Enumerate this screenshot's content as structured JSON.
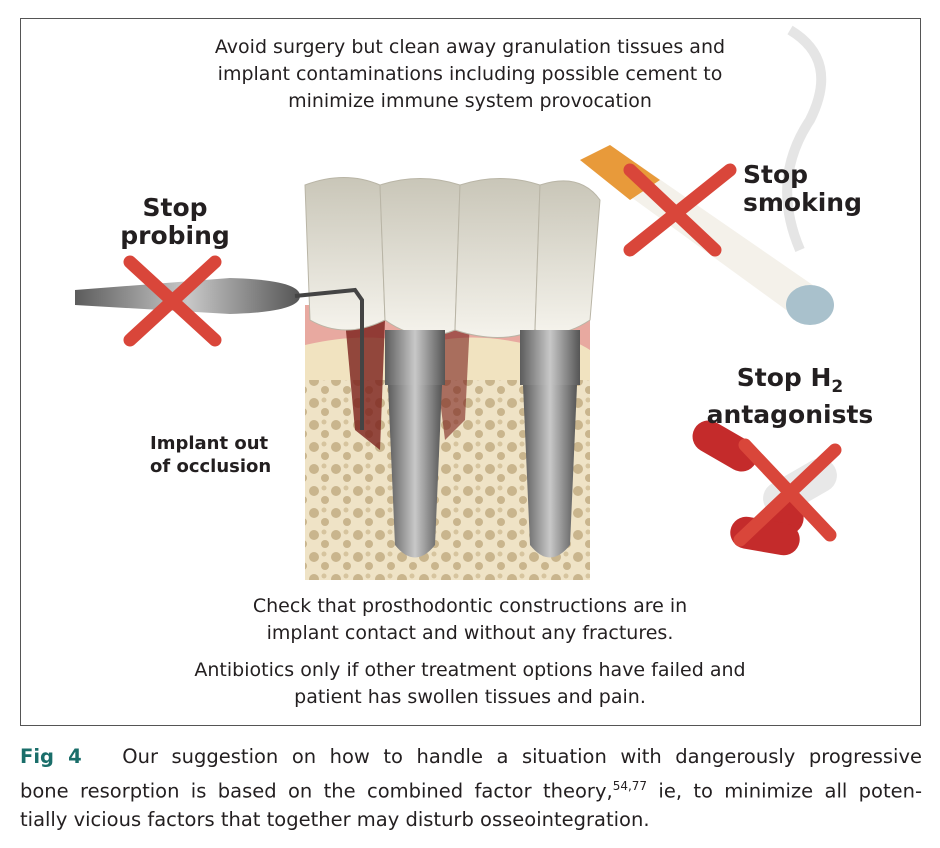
{
  "figure": {
    "top_text": [
      "Avoid surgery but clean away granulation tissues and",
      "implant contaminations including possible cement to",
      "minimize immune system provocation"
    ],
    "stop_probing": [
      "Stop",
      "probing"
    ],
    "stop_smoking": [
      "Stop",
      "smoking"
    ],
    "stop_h2": {
      "line1": "Stop H",
      "subscript": "2",
      "line2": "antagonists"
    },
    "implant_occlusion": [
      "Implant out",
      "of occlusion"
    ],
    "bottom_text_1": [
      "Check that prosthodontic constructions are in",
      "implant contact and without any fractures."
    ],
    "bottom_text_2": [
      "Antibiotics only if other treatment options have failed and",
      "patient has swollen tissues and pain."
    ],
    "colors": {
      "cross": "#d9463a",
      "caption_label": "#1a6e6a"
    }
  },
  "caption": {
    "label": "Fig 4",
    "line1": "Our suggestion on how to handle a situation with dangerously progressive",
    "line2_a": "bone resorption is based on the combined factor theory,",
    "refs": "54,77",
    "line2_b": " ie, to minimize all poten-",
    "line3": "tially vicious factors that together may disturb osseointegration."
  }
}
